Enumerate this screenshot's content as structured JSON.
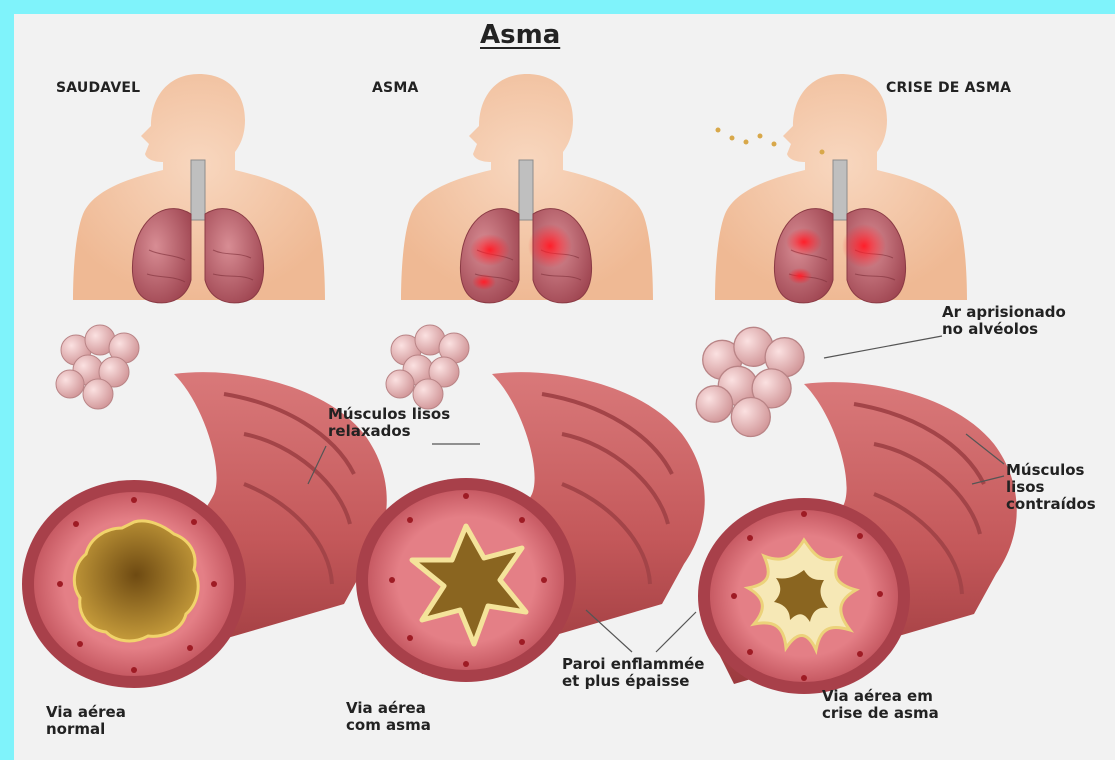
{
  "title": "Asma",
  "panels": [
    {
      "heading": "SAUDAVEL",
      "caption_1": "Via aérea",
      "caption_2": "normal"
    },
    {
      "heading": "ASMA",
      "caption_1": "Via aérea",
      "caption_2": "com asma"
    },
    {
      "heading": "CRISE DE ASMA",
      "caption_1": "Via aérea em",
      "caption_2": "crise de asma"
    }
  ],
  "annotations": {
    "relaxed": [
      "Músculos lisos",
      "relaxados"
    ],
    "trapped": [
      "Ar aprisionado",
      "no alvéolos"
    ],
    "contracted": [
      "Músculos",
      "lisos",
      "contraídos"
    ],
    "wall": [
      "Paroi enflammée",
      "et plus épaisse"
    ]
  },
  "colors": {
    "frame": "#7ff3fb",
    "background": "#f2f2f2",
    "skin": "#f4c9a8",
    "lung": "#b8646e",
    "inflammation": "#e8242f",
    "airway_outer": "#c4585a",
    "airway_lumen": "#b88a2a"
  }
}
